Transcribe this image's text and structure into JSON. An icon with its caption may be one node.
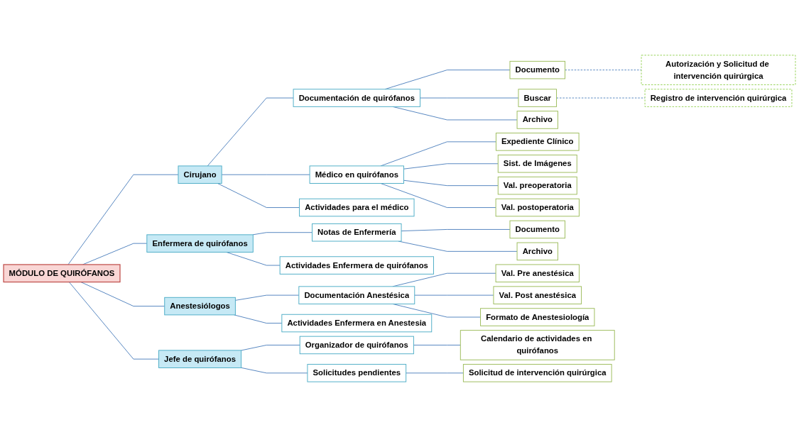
{
  "diagram": {
    "nodes": [
      {
        "text": [
          "MÓDULO DE QUIRÓFANOS"
        ]
      },
      {
        "text": [
          "Cirujano"
        ]
      },
      {
        "text": [
          "Documentación de quirófanos"
        ]
      },
      {
        "text": [
          "Documento"
        ]
      },
      {
        "text": [
          "Autorización y Solicitud de intervención quirúrgica"
        ]
      },
      {
        "text": [
          "Buscar"
        ]
      },
      {
        "text": [
          "Registro de intervención quirúrgica"
        ]
      },
      {
        "text": [
          "Archivo"
        ]
      },
      {
        "text": [
          "Médico en quirófanos"
        ]
      },
      {
        "text": [
          "Expediente Clínico"
        ]
      },
      {
        "text": [
          "Sist. de Imágenes"
        ]
      },
      {
        "text": [
          "Val. preoperatoria"
        ]
      },
      {
        "text": [
          "Val. postoperatoria"
        ]
      },
      {
        "text": [
          "Actividades para el médico"
        ]
      },
      {
        "text": [
          "Enfermera de quirófanos"
        ]
      },
      {
        "text": [
          "Notas de Enfermería"
        ]
      },
      {
        "text": [
          "Documento"
        ]
      },
      {
        "text": [
          "Archivo"
        ]
      },
      {
        "text": [
          "Actividades Enfermera de quirófanos"
        ]
      },
      {
        "text": [
          "Anestesiólogos"
        ]
      },
      {
        "text": [
          "Documentación Anestésica"
        ]
      },
      {
        "text": [
          "Val. Pre anestésica"
        ]
      },
      {
        "text": [
          "Val. Post anestésica"
        ]
      },
      {
        "text": [
          "Formato de Anestesiología"
        ]
      },
      {
        "text": [
          "Actividades Enfermera en Anestesia"
        ]
      },
      {
        "text": [
          "Jefe de quirófanos"
        ]
      },
      {
        "text": [
          "Organizador de quirófanos"
        ]
      },
      {
        "text": [
          "Calendario de actividades en quirófanos"
        ]
      },
      {
        "text": [
          "Solicitudes pendientes"
        ]
      },
      {
        "text": [
          "Solicitud de intervención quirúrgica"
        ]
      }
    ],
    "edges": [
      {
        "from": 0,
        "to": 1,
        "arrow": "none"
      },
      {
        "from": 0,
        "to": 14,
        "arrow": "none"
      },
      {
        "from": 0,
        "to": 19,
        "arrow": "none"
      },
      {
        "from": 0,
        "to": 25,
        "arrow": "none"
      },
      {
        "from": 1,
        "to": 2,
        "arrow": "none"
      },
      {
        "from": 2,
        "to": 3,
        "arrow": "none"
      },
      {
        "from": 3,
        "to": 4,
        "arrow": "none",
        "style": "dashed"
      },
      {
        "from": 2,
        "to": 5,
        "arrow": "none"
      },
      {
        "from": 5,
        "to": 6,
        "arrow": "none",
        "style": "dashed"
      },
      {
        "from": 2,
        "to": 7,
        "arrow": "none"
      },
      {
        "from": 1,
        "to": 8,
        "arrow": "none"
      },
      {
        "from": 8,
        "to": 9,
        "arrow": "none"
      },
      {
        "from": 8,
        "to": 10,
        "arrow": "none"
      },
      {
        "from": 8,
        "to": 11,
        "arrow": "none"
      },
      {
        "from": 8,
        "to": 12,
        "arrow": "none"
      },
      {
        "from": 1,
        "to": 13,
        "arrow": "none"
      },
      {
        "from": 14,
        "to": 15,
        "arrow": "none"
      },
      {
        "from": 15,
        "to": 16,
        "arrow": "none"
      },
      {
        "from": 15,
        "to": 17,
        "arrow": "none"
      },
      {
        "from": 14,
        "to": 18,
        "arrow": "none"
      },
      {
        "from": 19,
        "to": 20,
        "arrow": "none"
      },
      {
        "from": 20,
        "to": 21,
        "arrow": "none"
      },
      {
        "from": 20,
        "to": 22,
        "arrow": "none"
      },
      {
        "from": 20,
        "to": 23,
        "arrow": "none"
      },
      {
        "from": 19,
        "to": 24,
        "arrow": "none"
      },
      {
        "from": 25,
        "to": 26,
        "arrow": "none"
      },
      {
        "from": 26,
        "to": 27,
        "arrow": "none"
      },
      {
        "from": 25,
        "to": 28,
        "arrow": "none"
      },
      {
        "from": 28,
        "to": 29,
        "arrow": "none"
      }
    ]
  }
}
